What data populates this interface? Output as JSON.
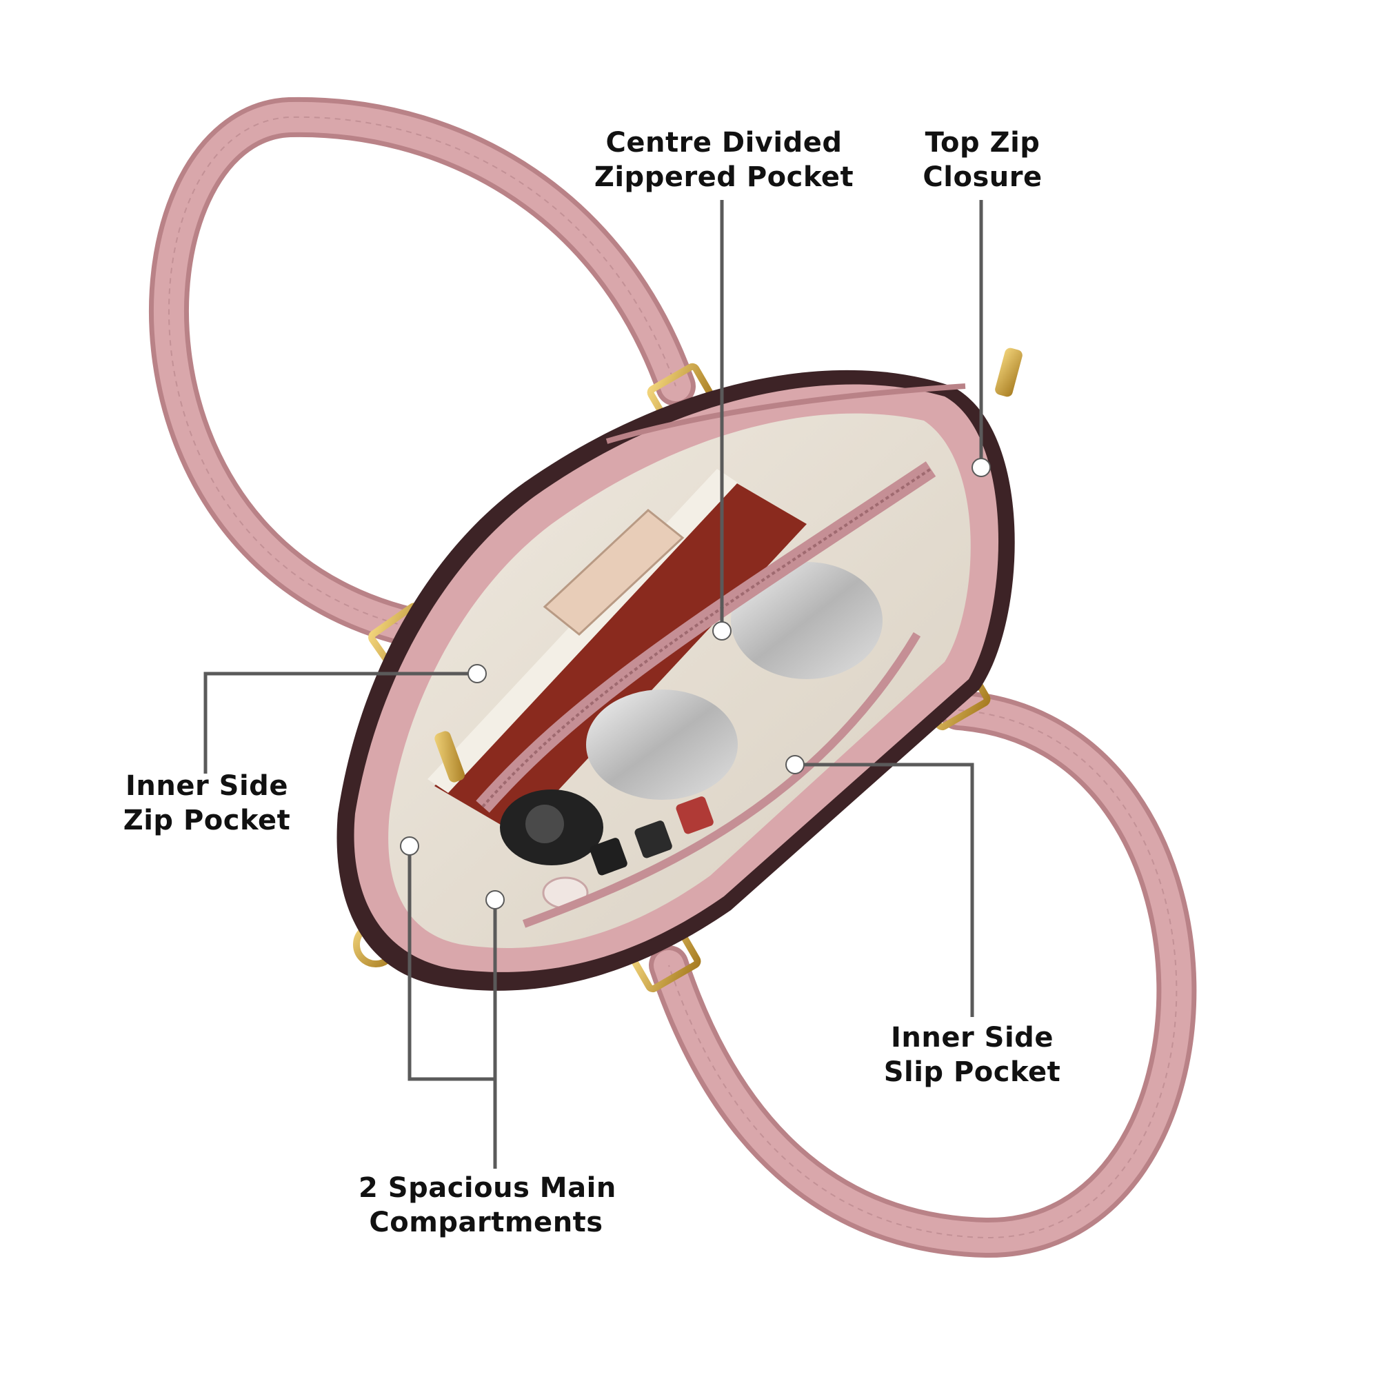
{
  "colors": {
    "background": "#ffffff",
    "leather_pink": "#d9a7ab",
    "leather_pink_dark": "#b98287",
    "leather_edge": "#3d2326",
    "lining": "#e9e2d6",
    "gold_hardware": "#c9a23a",
    "leader_line": "#5a5a5a",
    "label_text": "#111111"
  },
  "callouts": {
    "centre_pocket": {
      "line1": "Centre Divided",
      "line2": "Zippered Pocket"
    },
    "top_zip": {
      "line1": "Top Zip",
      "line2": "Closure"
    },
    "inner_zip": {
      "line1": "Inner Side",
      "line2": "Zip Pocket"
    },
    "inner_slip": {
      "line1": "Inner Side",
      "line2": "Slip Pocket"
    },
    "main_compartments": {
      "line1": "2 Spacious Main",
      "line2": "Compartments"
    }
  }
}
